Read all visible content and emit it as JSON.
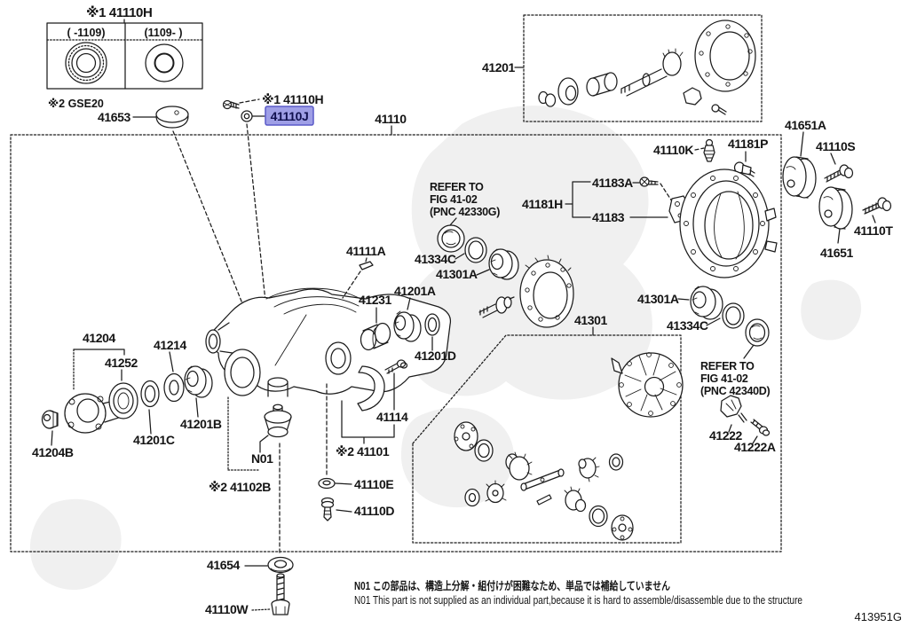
{
  "diagram": {
    "doc_code": "413951G",
    "highlight_color": "#9f9fe6",
    "labels": {
      "t41110H_top": "※1 41110H",
      "hdr_col1": "(   -1109)",
      "hdr_col2": "(1109-   )",
      "gse20": "※2 GSE20",
      "t41653": "41653",
      "t41110H_mid": "※1 41110H",
      "t41110J": "41110J",
      "t41110": "41110",
      "t41201": "41201",
      "t41651A": "41651A",
      "t41110S": "41110S",
      "t41110T": "41110T",
      "t41651": "41651",
      "t41110K": "41110K",
      "t41181P": "41181P",
      "t41183A": "41183A",
      "t41181H": "41181H",
      "t41183": "41183",
      "t41334C_left": "41334C",
      "t41301A_left": "41301A",
      "t41111A": "41111A",
      "t41231": "41231",
      "t41201A": "41201A",
      "t41201D": "41201D",
      "t41301": "41301",
      "t41301A_right": "41301A",
      "t41334C_right": "41334C",
      "t41222": "41222",
      "t41222A": "41222A",
      "t41204": "41204",
      "t41252": "41252",
      "t41214": "41214",
      "t41201B": "41201B",
      "t41201C": "41201C",
      "t41204B": "41204B",
      "tN01": "N01",
      "t41102B": "※2 41102B",
      "t41114": "41114",
      "t41101": "※2 41101",
      "t41110E": "41110E",
      "t41110D": "41110D",
      "t41654": "41654",
      "t41110W": "41110W"
    },
    "refer_note_1": {
      "line1": "REFER TO",
      "line2": "FIG 41-02",
      "line3": "(PNC 42330G)"
    },
    "refer_note_2": {
      "line1": "REFER TO",
      "line2": "FIG 41-02",
      "line3": "(PNC 42340D)"
    },
    "footnotes": {
      "jp": "N01 この部品は、構造上分解・組付けが困難なため、単品では補給していません",
      "en": "N01  This part is not supplied as an individual part,because it is hard to assemble/disassemble due to the structure"
    }
  }
}
